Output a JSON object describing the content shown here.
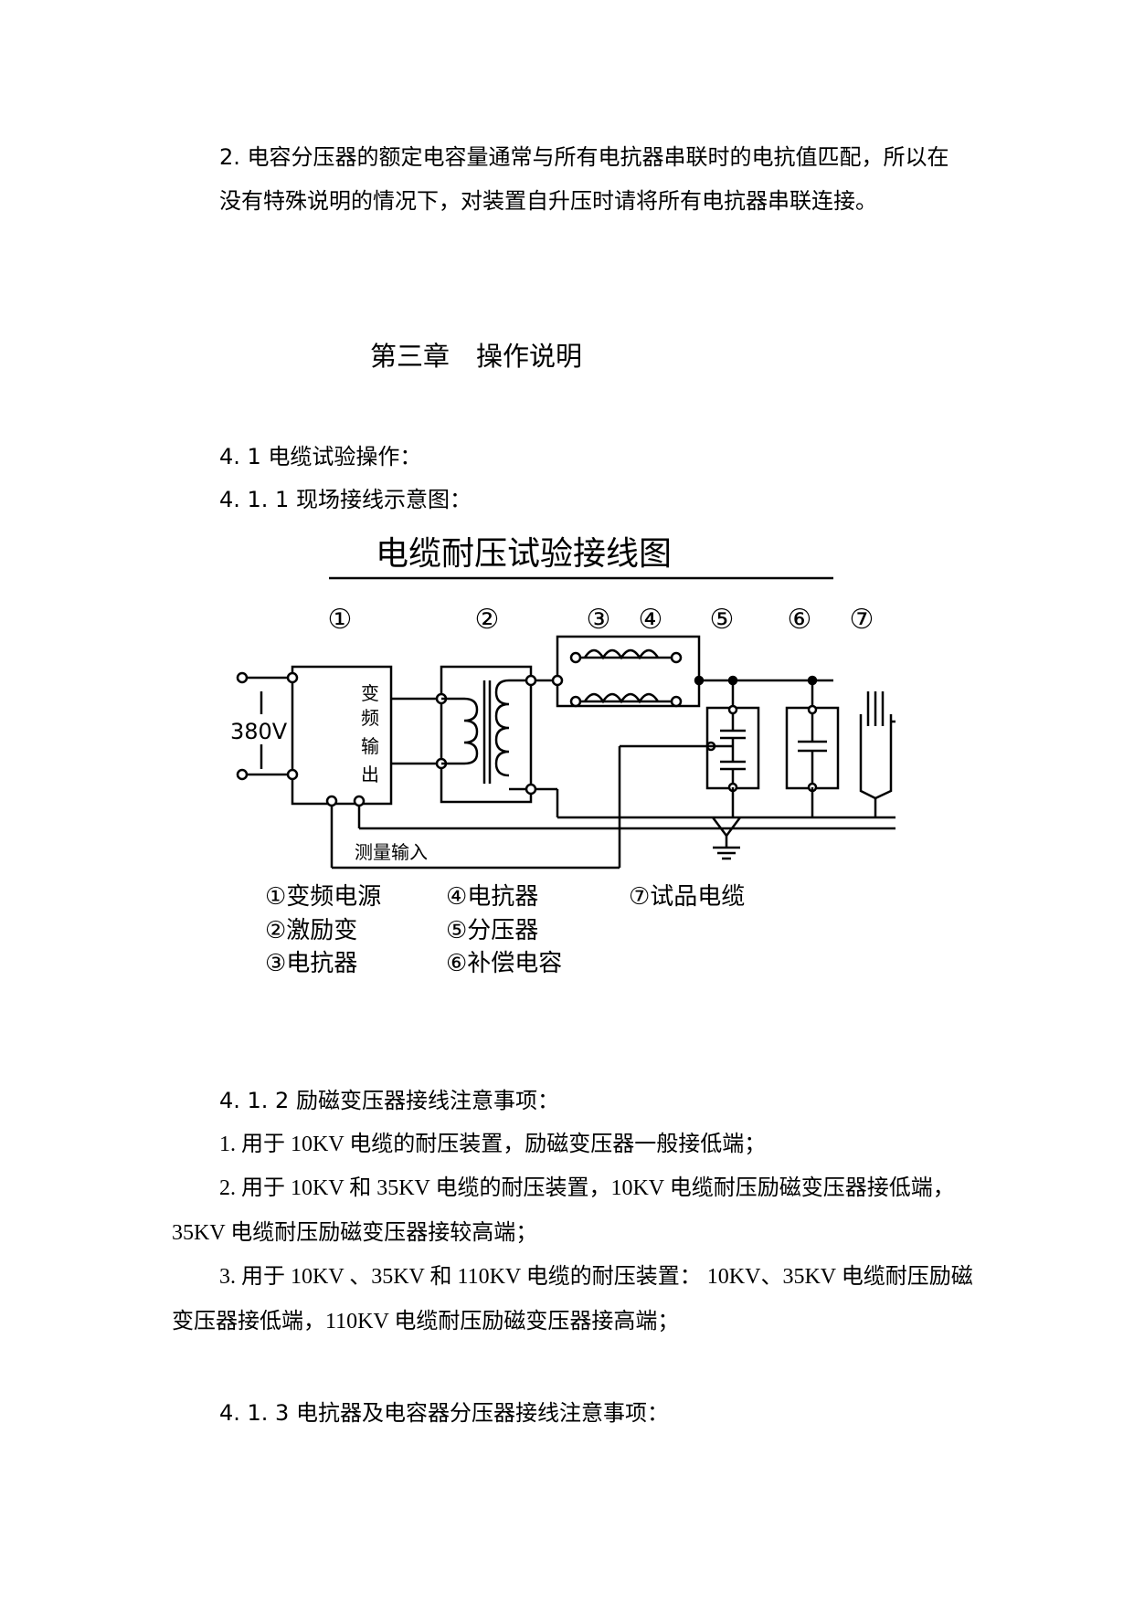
{
  "paragraphs": {
    "p1_line1": "2. 电容分压器的额定电容量通常与所有电抗器串联时的电抗值匹配，所以在",
    "p1_line2": "没有特殊说明的情况下，对装置自升压时请将所有电抗器串联连接。"
  },
  "chapter_title": "第三章　操作说明",
  "sections": {
    "s41": "4. 1 电缆试验操作：",
    "s411": "4. 1. 1 现场接线示意图：",
    "s412": "4. 1. 2 励磁变压器接线注意事项：",
    "s413": "4. 1. 3 电抗器及电容器分压器接线注意事项："
  },
  "notes": {
    "n1": "1. 用于 10KV 电缆的耐压装置，励磁变压器一般接低端；",
    "n2_line1": "2.  用于 10KV 和 35KV 电缆的耐压装置，10KV 电缆耐压励磁变压器接低端，",
    "n2_line2": "35KV 电缆耐压励磁变压器接较高端；",
    "n3_line1": "3.  用于 10KV 、35KV 和 110KV 电缆的耐压装置： 10KV、35KV 电缆耐压励磁",
    "n3_line2": "变压器接低端，110KV 电缆耐压励磁变压器接高端；"
  },
  "diagram": {
    "title": "电缆耐压试验接线图",
    "num1": "①",
    "num2": "②",
    "num3": "③",
    "num4": "④",
    "num5": "⑤",
    "num6": "⑥",
    "num7": "⑦",
    "voltage": "380V",
    "vfd_c1": "变",
    "vfd_c2": "频",
    "vfd_c3": "输",
    "vfd_c4": "出",
    "measure_input": "测量输入",
    "legend": {
      "l1": "①变频电源",
      "l2": "②激励变",
      "l3": "③电抗器",
      "l4": "④电抗器",
      "l5": "⑤分压器",
      "l6": "⑥补偿电容",
      "l7": "⑦试品电缆"
    }
  }
}
